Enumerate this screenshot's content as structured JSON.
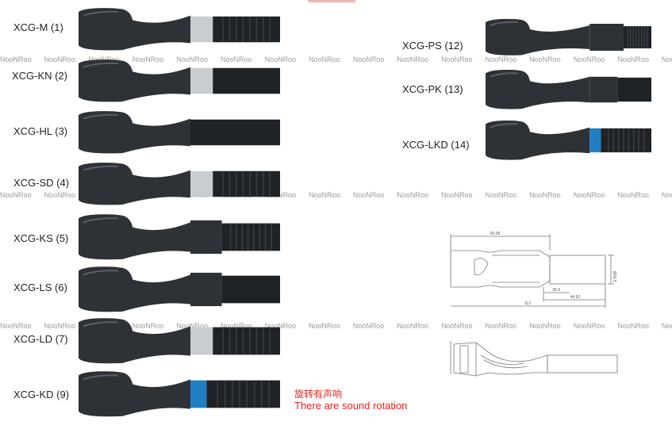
{
  "products": [
    {
      "label": "XCG-M (1)",
      "style": "m"
    },
    {
      "label": "XCG-KN (2)",
      "style": "kn"
    },
    {
      "label": "XCG-HL (3)",
      "style": "hl"
    },
    {
      "label": "XCG-SD (4)",
      "style": "sd"
    },
    {
      "label": "XCG-KS (5)",
      "style": "ks"
    },
    {
      "label": "XCG-LS (6)",
      "style": "ls"
    },
    {
      "label": "XCG-LD (7)",
      "style": "ld"
    },
    {
      "label": "XCG-KD (9)",
      "style": "kd"
    },
    {
      "label": "XCG-PS (12)",
      "style": "ps"
    },
    {
      "label": "XCG-PK (13)",
      "style": "pk"
    },
    {
      "label": "XCG-LKD (14)",
      "style": "lkd"
    }
  ],
  "watermark": {
    "text": "NooNRoo",
    "repeat": 16
  },
  "note": {
    "chinese": "旋转有声响",
    "english": "There are sound rotation",
    "color": "#e8231f"
  },
  "dimensions": {
    "top_width": "66.08",
    "diameter": "Ø16.5",
    "inner_length": "28.9",
    "thread_length": "44.92",
    "total_length": "113"
  },
  "colors": {
    "rubber": "#2e3136",
    "chrome": "#c9ccd1",
    "blue_ring": "#1e7fc4",
    "label_text": "#222222",
    "watermark": "#9a9a9a"
  }
}
